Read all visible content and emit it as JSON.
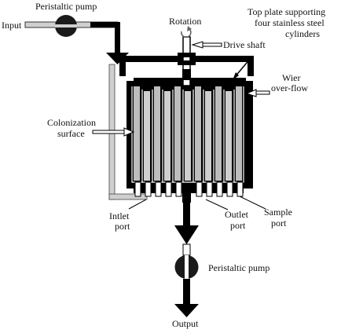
{
  "labels": {
    "peristaltic_pump_top": "Peristaltic pump",
    "input": "Input",
    "rotation": "Rotation",
    "drive_shaft": "Drive shaft",
    "top_plate_line1": "Top plate supporting",
    "top_plate_line2": "four stainless steel",
    "top_plate_line3": "cylinders",
    "wier_line1": "Wier",
    "wier_line2": "over-flow",
    "colonization_line1": "Colonization",
    "colonization_line2": "surface",
    "inlet_line1": "Intlet",
    "inlet_line2": "port",
    "outlet_line1": "Outlet",
    "outlet_line2": "port",
    "sample_line1": "Sample",
    "sample_line2": "port",
    "peristaltic_pump_bottom": "Peristaltic pump",
    "output": "Output"
  },
  "icons": {
    "rotation": "rotation-arrow-icon"
  }
}
